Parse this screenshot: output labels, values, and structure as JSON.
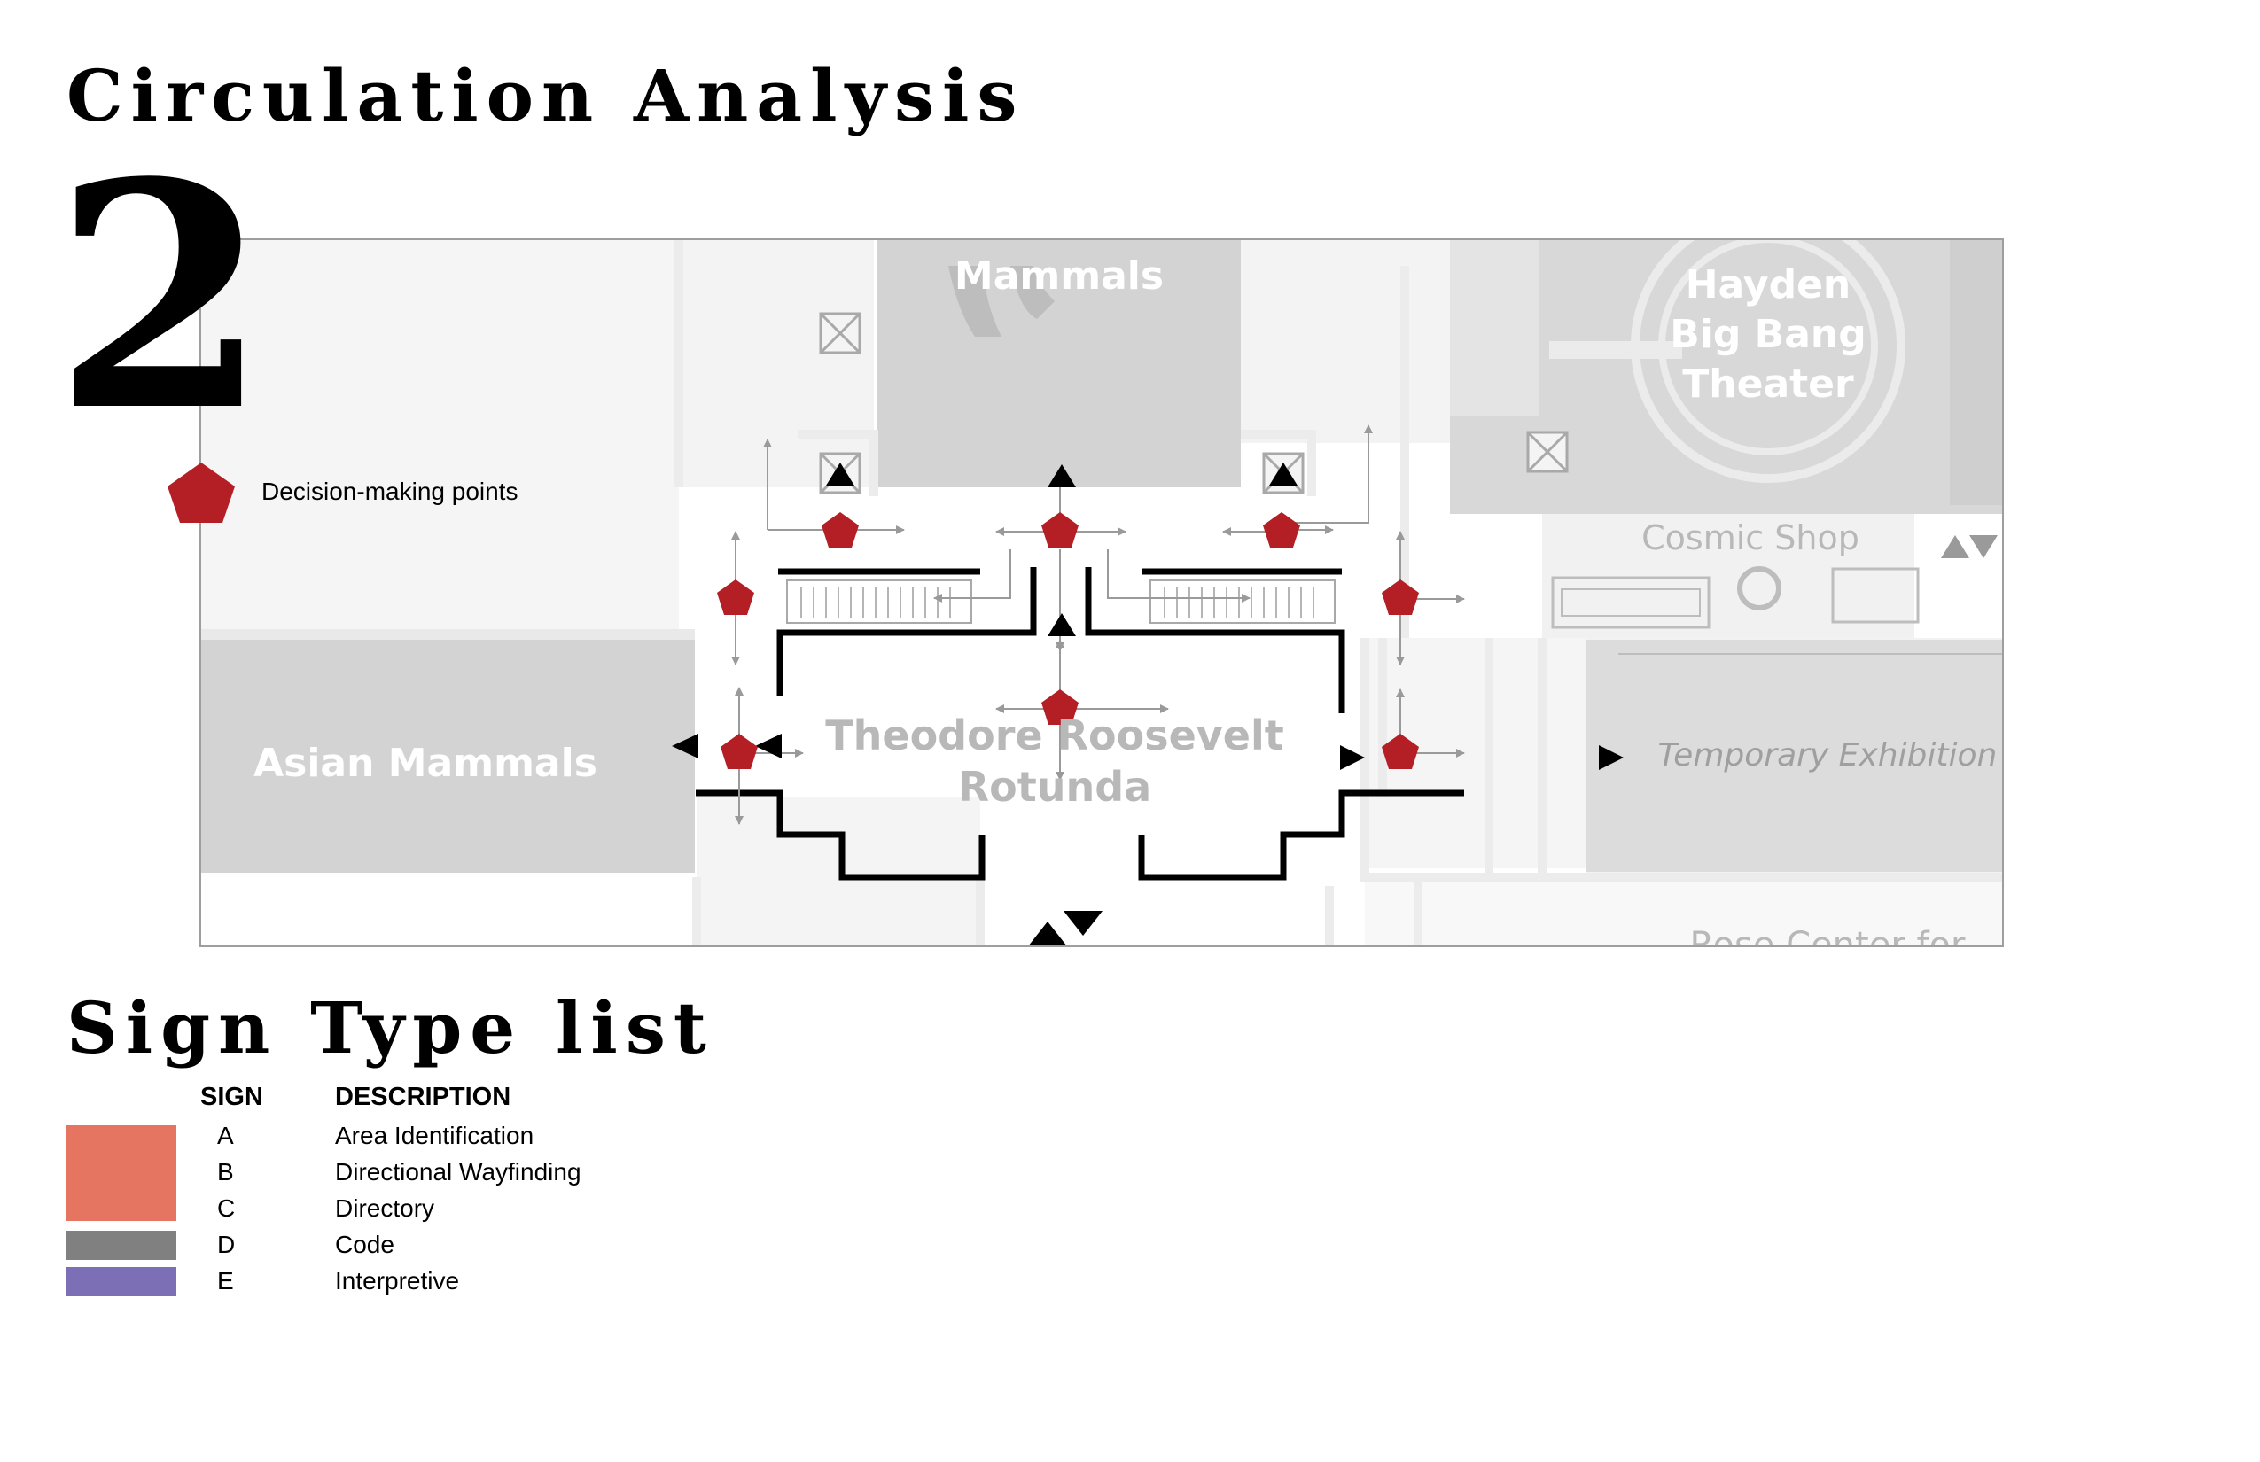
{
  "header": {
    "title": "Circulation Analysis",
    "section_number": "2"
  },
  "legend": {
    "decision_points_label": "Decision-making points",
    "decision_color": "#b31f25"
  },
  "map": {
    "labels": {
      "mammals": "Mammals",
      "hayden_line1": "Hayden",
      "hayden_line2": "Big Bang",
      "hayden_line3": "Theater",
      "cosmic_shop": "Cosmic Shop",
      "asian_mammals": "Asian Mammals",
      "rotunda_line1": "Theodore Roosevelt",
      "rotunda_line2": "Rotunda",
      "temporary_exhibition": "Temporary Exhibition",
      "rose_center": "Rose Center for"
    },
    "colors": {
      "room_dark": "#d3d3d3",
      "room_light": "#f5f5f5",
      "label_grey": "#c0c0c0"
    }
  },
  "sign_types": {
    "title": "Sign Type list",
    "headers": {
      "sign": "SIGN",
      "description": "DESCRIPTION"
    },
    "rows": [
      {
        "code": "A",
        "description": "Area Identification",
        "color": "#e57461"
      },
      {
        "code": "B",
        "description": "Directional Wayfinding",
        "color": "#e57461"
      },
      {
        "code": "C",
        "description": "Directory",
        "color": ""
      },
      {
        "code": "D",
        "description": "Code",
        "color": "#808080"
      },
      {
        "code": "E",
        "description": "Interpretive",
        "color": "#7c6fb5"
      }
    ]
  }
}
